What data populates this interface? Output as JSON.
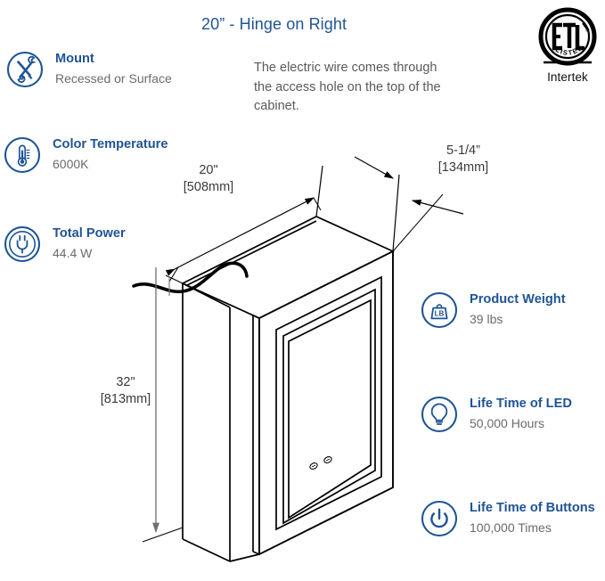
{
  "title": "20” - Hinge on Right",
  "note": "The electric wire comes through the access hole on the top of the cabinet.",
  "certification": {
    "mark_name": "etl-listed-mark",
    "mark_text": "ETL",
    "mark_subtext": "LISTED",
    "label": "Intertek"
  },
  "colors": {
    "accent": "#1f5496",
    "value_text": "#6b6b6b",
    "line": "#000000",
    "background": "#ffffff"
  },
  "specs": {
    "mount": {
      "icon": "tools-icon",
      "heading": "Mount",
      "value": "Recessed or Surface"
    },
    "color": {
      "icon": "thermometer-icon",
      "heading": "Color Temperature",
      "value": "6000K"
    },
    "power": {
      "icon": "plug-icon",
      "heading": "Total Power",
      "value": "44.4 W"
    },
    "weight": {
      "icon": "weight-icon",
      "heading": "Product Weight",
      "value": "39 lbs"
    },
    "led": {
      "icon": "lightbulb-icon",
      "heading": "Life Time of LED",
      "value": "50,000 Hours"
    },
    "button": {
      "icon": "power-button-icon",
      "heading": "Life Time of  Buttons",
      "value": "100,000 Times"
    }
  },
  "dimensions": {
    "width": {
      "imperial": "20\"",
      "metric": "[508mm]"
    },
    "depth": {
      "imperial": "5-1/4”",
      "metric": "[134mm]"
    },
    "height": {
      "imperial": "32\"",
      "metric": "[813mm]"
    }
  }
}
